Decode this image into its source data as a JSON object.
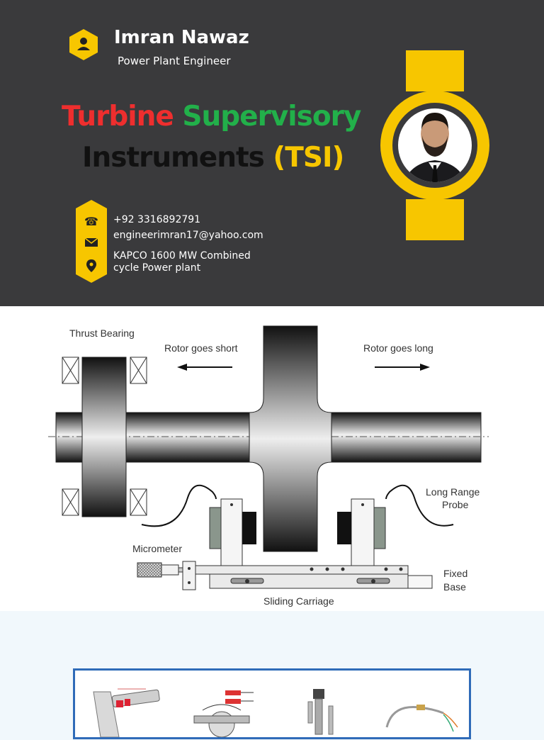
{
  "author": {
    "name": "Imran Nawaz",
    "role": "Power Plant Engineer"
  },
  "title": {
    "word_red": "Turbine",
    "word_green": "Supervisory",
    "word_dark": "Instruments",
    "acronym": "(TSI)"
  },
  "contact": {
    "phone": "+92 3316892791",
    "email": "engineerimran17@yahoo.com",
    "address_line1": "KAPCO 1600 MW Combined",
    "address_line2": "cycle Power plant",
    "icons": [
      "phone-icon",
      "mail-icon",
      "location-pin-icon"
    ]
  },
  "diagram": {
    "thrust_bearing": "Thrust Bearing",
    "rotor_short": "Rotor goes short",
    "rotor_long": "Rotor goes long",
    "long_range_probe_1": "Long Range",
    "long_range_probe_2": "Probe",
    "micrometer": "Micrometer",
    "fixed_base_1": "Fixed",
    "fixed_base_2": "Base",
    "sliding_carriage": "Sliding Carriage"
  },
  "colors": {
    "header_bg": "#3a3a3c",
    "accent_yellow": "#f7c600",
    "red": "#ee2e2e",
    "green": "#22b04a",
    "card_border": "#2f6bb8"
  }
}
